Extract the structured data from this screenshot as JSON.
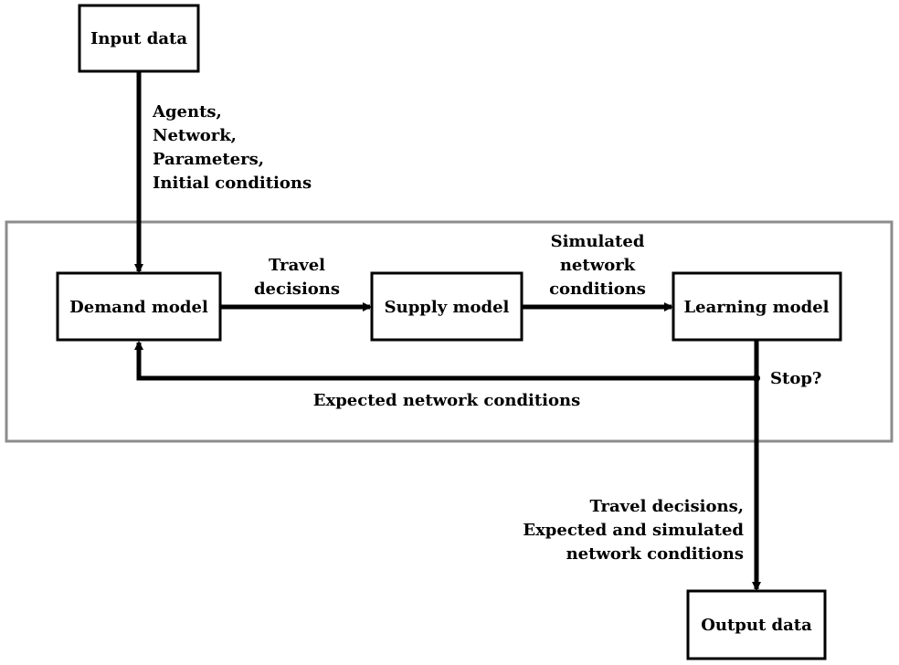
{
  "nodes": {
    "input": "Input data",
    "demand": "Demand model",
    "supply": "Supply model",
    "learning": "Learning model",
    "output": "Output data"
  },
  "labels": {
    "input_items": [
      "Agents,",
      "Network,",
      "Parameters,",
      "Initial conditions"
    ],
    "demand_to_supply": [
      "Travel",
      "decisions"
    ],
    "supply_to_learning": [
      "Simulated",
      "network",
      "conditions"
    ],
    "feedback": "Expected network conditions",
    "stop": "Stop?",
    "output_items": [
      "Travel decisions,",
      "Expected and simulated",
      "network conditions"
    ]
  },
  "colors": {
    "stroke": "#000000",
    "frame": "#8c8c8c",
    "background": "#ffffff"
  }
}
